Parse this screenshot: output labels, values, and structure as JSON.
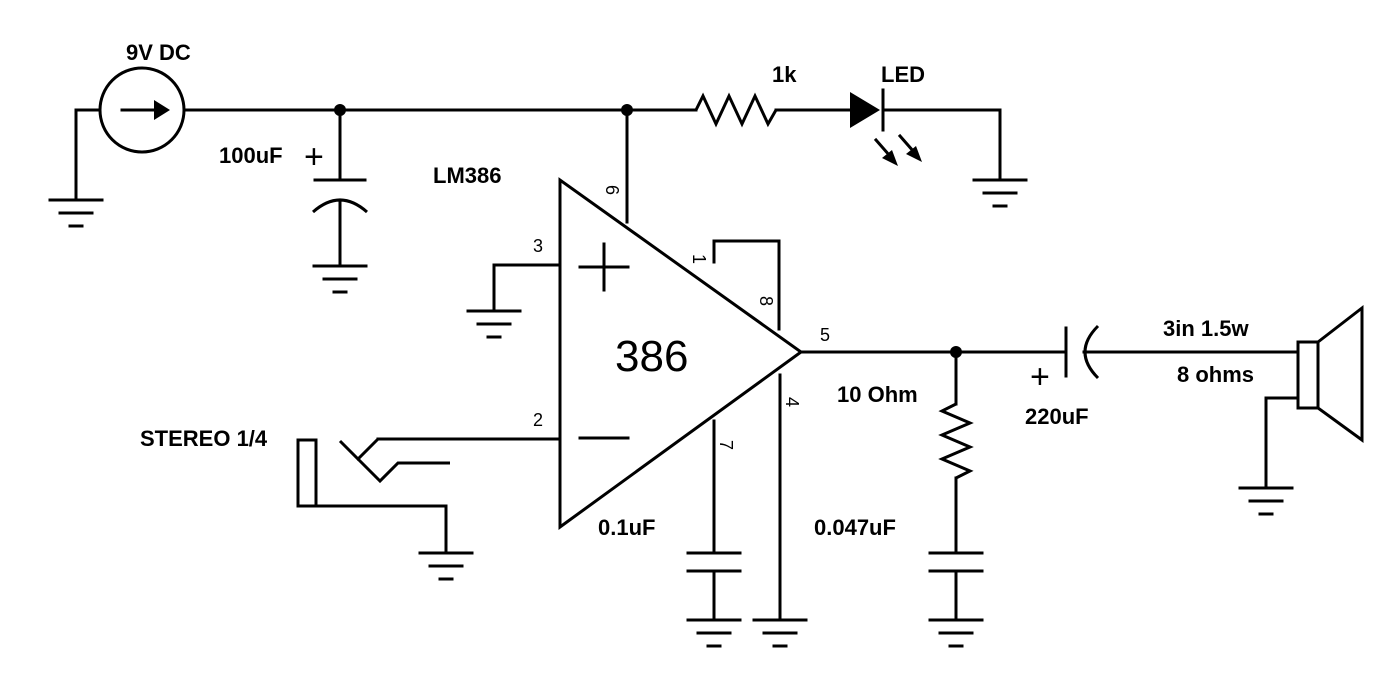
{
  "labels": {
    "battery": "9V DC",
    "cap_supply": "100uF",
    "resistor_led": "1k",
    "led": "LED",
    "amp_name": "LM386",
    "amp_body": "386",
    "jack": "STEREO 1/4",
    "cap_bypass": "0.1uF",
    "resistor_zobel": "10 Ohm",
    "cap_zobel": "0.047uF",
    "cap_output": "220uF",
    "speaker_size": "3in 1.5w",
    "speaker_impedance": "8 ohms"
  },
  "pins": {
    "p1": "1",
    "p2": "2",
    "p3": "3",
    "p4": "4",
    "p5": "5",
    "p6": "6",
    "p7": "7",
    "p8": "8"
  }
}
